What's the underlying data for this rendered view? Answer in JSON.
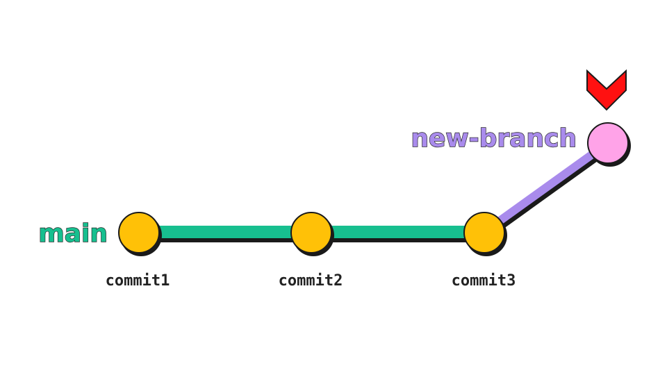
{
  "colors": {
    "main_branch": "#17bf8f",
    "new_branch": "#a98bec",
    "commit_node": "#ffc107",
    "head_commit_node": "#ffa3e8",
    "head_marker": "#ff1111",
    "outline": "#1a1a1a"
  },
  "branches": {
    "main": {
      "label": "main"
    },
    "new_branch": {
      "label": "new-branch"
    }
  },
  "commits": [
    {
      "label": "commit1"
    },
    {
      "label": "commit2"
    },
    {
      "label": "commit3"
    }
  ],
  "head": {
    "icon": "chevron-down-icon",
    "on": "new-branch-tip"
  }
}
